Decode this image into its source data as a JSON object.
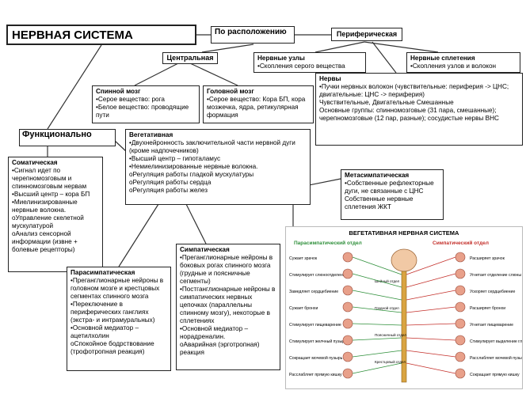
{
  "title": "НЕРВНАЯ СИСТЕМА",
  "by_location": "По расположению",
  "peripheral": "Периферическая",
  "central": "Центральная",
  "ganglia": {
    "title": "Нервные узлы",
    "lines": [
      "•Скопления серого вещества"
    ]
  },
  "plexuses": {
    "title": "Нервные сплетения",
    "lines": [
      "•Скопления узлов и волокон"
    ]
  },
  "spinal": {
    "title": "Спинной мозг",
    "lines": [
      "•Серое вещество: рога",
      "•Белое вещество: проводящие пути"
    ]
  },
  "brain": {
    "title": "Головной мозг",
    "lines": [
      "•Серое вещество: Кора БП, кора мозжечка, ядра, ретикулярная формация"
    ]
  },
  "nerves": {
    "title": "Нервы",
    "lines": [
      "•Пучки нервных волокон (чувствительные: периферия -> ЦНС; двигательные: ЦНС -> периферия)",
      "Чувствительные, Двигательные Смешанные",
      "Основные группы: спинномозговые (31 пара, смешанные); черепномозговые (12 пар, разные); сосудистые нервы ВНС"
    ]
  },
  "functional": "Функционально",
  "somatic": {
    "title": "Соматическая",
    "lines": [
      "•Сигнал идет по черепномозговым и спинномозговым нервам",
      "•Высший центр – кора БП",
      "•Миелинизированные нервные волокна.",
      "oУправление скелетной мускулатурой",
      "oАнализ сенсорной информации (извне + болевые рецепторы)"
    ]
  },
  "vegetative": {
    "title": "Вегетативная",
    "lines": [
      "•Двухнейронность заключительной части нервной дуги (кроме надпочечников)",
      "•Высший центр – гипоталамус",
      "•Немиелинизированные нервные волокна.",
      "oРегуляция работы гладкой мускулатуры",
      "oРегуляция работы сердца",
      "oРегуляция работы желез"
    ]
  },
  "metasympathetic": {
    "title": "Метасимпатическая",
    "lines": [
      "•Собственные рефлекторные дуги, не связанные с ЦНС",
      "Собственные нервные сплетения ЖКТ"
    ]
  },
  "sympathetic": {
    "title": "Симпатическая",
    "lines": [
      "•Преганглионарные нейроны в боковых рогах спинного мозга (грудные и поясничные сегменты)",
      "•Постганглионарные нейроны в симпатических нервных цепочках (параллельны спинному мозгу), некоторые в сплетениях",
      "•Основной медиатор – норадреналин.",
      "oАварийная (эрготропная) реакция"
    ]
  },
  "parasympathetic": {
    "title": "Парасимпатическая",
    "lines": [
      "•Преганглионарные нейроны в головном мозге и крестцовых сегментах спинного мозга",
      "•Переключение в периферических ганглиях (экстра- и интрамуральных)",
      "•Основной медиатор – ацетилхолин",
      "oСпокойное бодрствование (трофотропная реакция)"
    ]
  },
  "veg_image": {
    "title": "ВЕГЕТАТИВНАЯ НЕРВНАЯ СИСТЕМА",
    "left_header": "Парасимпатический отдел",
    "right_header": "Симпатический отдел",
    "left_labels": [
      "Сужает зрачок",
      "Стимулирует слюноотделение",
      "Замедляет сердцебиение",
      "Сужает бронхи",
      "Стимулирует пищеварение",
      "Стимулирует желчный пузырь",
      "Сокращает мочевой пузырь",
      "Расслабляет прямую кишку"
    ],
    "right_labels": [
      "Расширяет зрачок",
      "Угнетает отделение слюны",
      "Ускоряет сердцебиение",
      "Расширяет бронхи",
      "Угнетает пищеварение",
      "Стимулирует выделение глюкозы",
      "Расслабляет мочевой пузырь",
      "Сокращает прямую кишку"
    ],
    "center_labels": [
      "Шейный отдел",
      "Грудной отдел",
      "Поясничный отдел",
      "Крестцовый отдел"
    ],
    "colors": {
      "left": "#2e8f3a",
      "right": "#c4302b",
      "spine": "#d9a441"
    }
  }
}
